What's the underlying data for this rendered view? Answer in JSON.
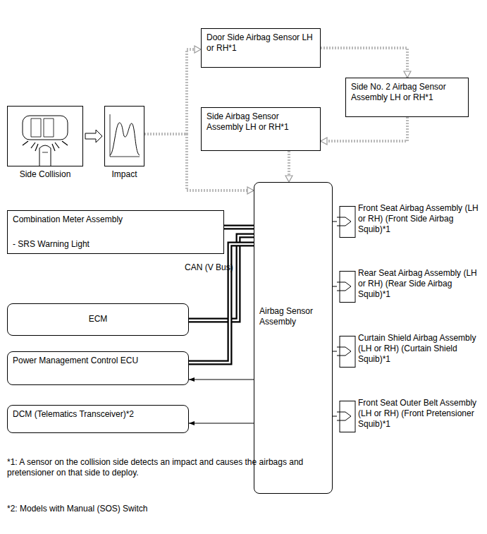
{
  "diagram": {
    "nodes": [
      {
        "text": [
          "Door Side Airbag Sensor LH or RH*1"
        ]
      },
      {
        "text": [
          "Side No. 2 Airbag Sensor Assembly LH or RH*1"
        ]
      },
      {
        "text": [
          "Side Airbag Sensor Assembly LH or RH*1"
        ]
      },
      {
        "text": [
          "Side Collision"
        ]
      },
      {
        "text": [
          "Impact"
        ]
      },
      {
        "text": [
          "Combination Meter Assembly",
          "- SRS Warning Light"
        ]
      },
      {
        "text": [
          "Airbag Sensor Assembly"
        ]
      },
      {
        "text": [
          "ECM"
        ]
      },
      {
        "text": [
          "Power Management Control ECU"
        ]
      },
      {
        "text": [
          "DCM (Telematics Transceiver)*2"
        ]
      },
      {
        "text": [
          "Front Seat Airbag Assembly (LH or RH) (Front Side Airbag Squib)*1"
        ]
      },
      {
        "text": [
          "Rear Seat Airbag Assembly (LH or RH) (Rear Side Airbag Squib)*1"
        ]
      },
      {
        "text": [
          "Curtain Shield Airbag Assembly (LH or RH) (Curtain Shield Squib)*1"
        ]
      },
      {
        "text": [
          "Front Seat Outer Belt Assembly (LH or RH) (Front Pretensioner Squib)*1"
        ]
      }
    ],
    "edges": [
      {
        "from": 3,
        "to": 4,
        "arrow": "to"
      },
      {
        "from": 4,
        "to": 0,
        "arrow": "to"
      },
      {
        "from": 0,
        "to": 1,
        "arrow": "to"
      },
      {
        "from": 1,
        "to": 2,
        "arrow": "to"
      },
      {
        "from": 2,
        "to": 6,
        "arrow": "to"
      },
      {
        "from": 4,
        "to": 6,
        "arrow": "to"
      },
      {
        "from": 6,
        "to": 5,
        "arrow": "none"
      },
      {
        "from": 6,
        "to": 7,
        "arrow": "none"
      },
      {
        "from": 6,
        "to": 8,
        "arrow": "none"
      },
      {
        "from": 6,
        "to": 8,
        "arrow": "to"
      },
      {
        "from": 6,
        "to": 9,
        "arrow": "to"
      },
      {
        "from": 6,
        "to": 10,
        "arrow": "none"
      },
      {
        "from": 6,
        "to": 11,
        "arrow": "none"
      },
      {
        "from": 6,
        "to": 12,
        "arrow": "none"
      },
      {
        "from": 6,
        "to": 13,
        "arrow": "none"
      }
    ],
    "labels": [
      "CAN (V Bus)",
      "*1: A sensor on the collision side detects an impact and causes the airbags and pretensioner on that side to deploy.",
      "*2: Models with Manual (SOS) Switch"
    ]
  }
}
